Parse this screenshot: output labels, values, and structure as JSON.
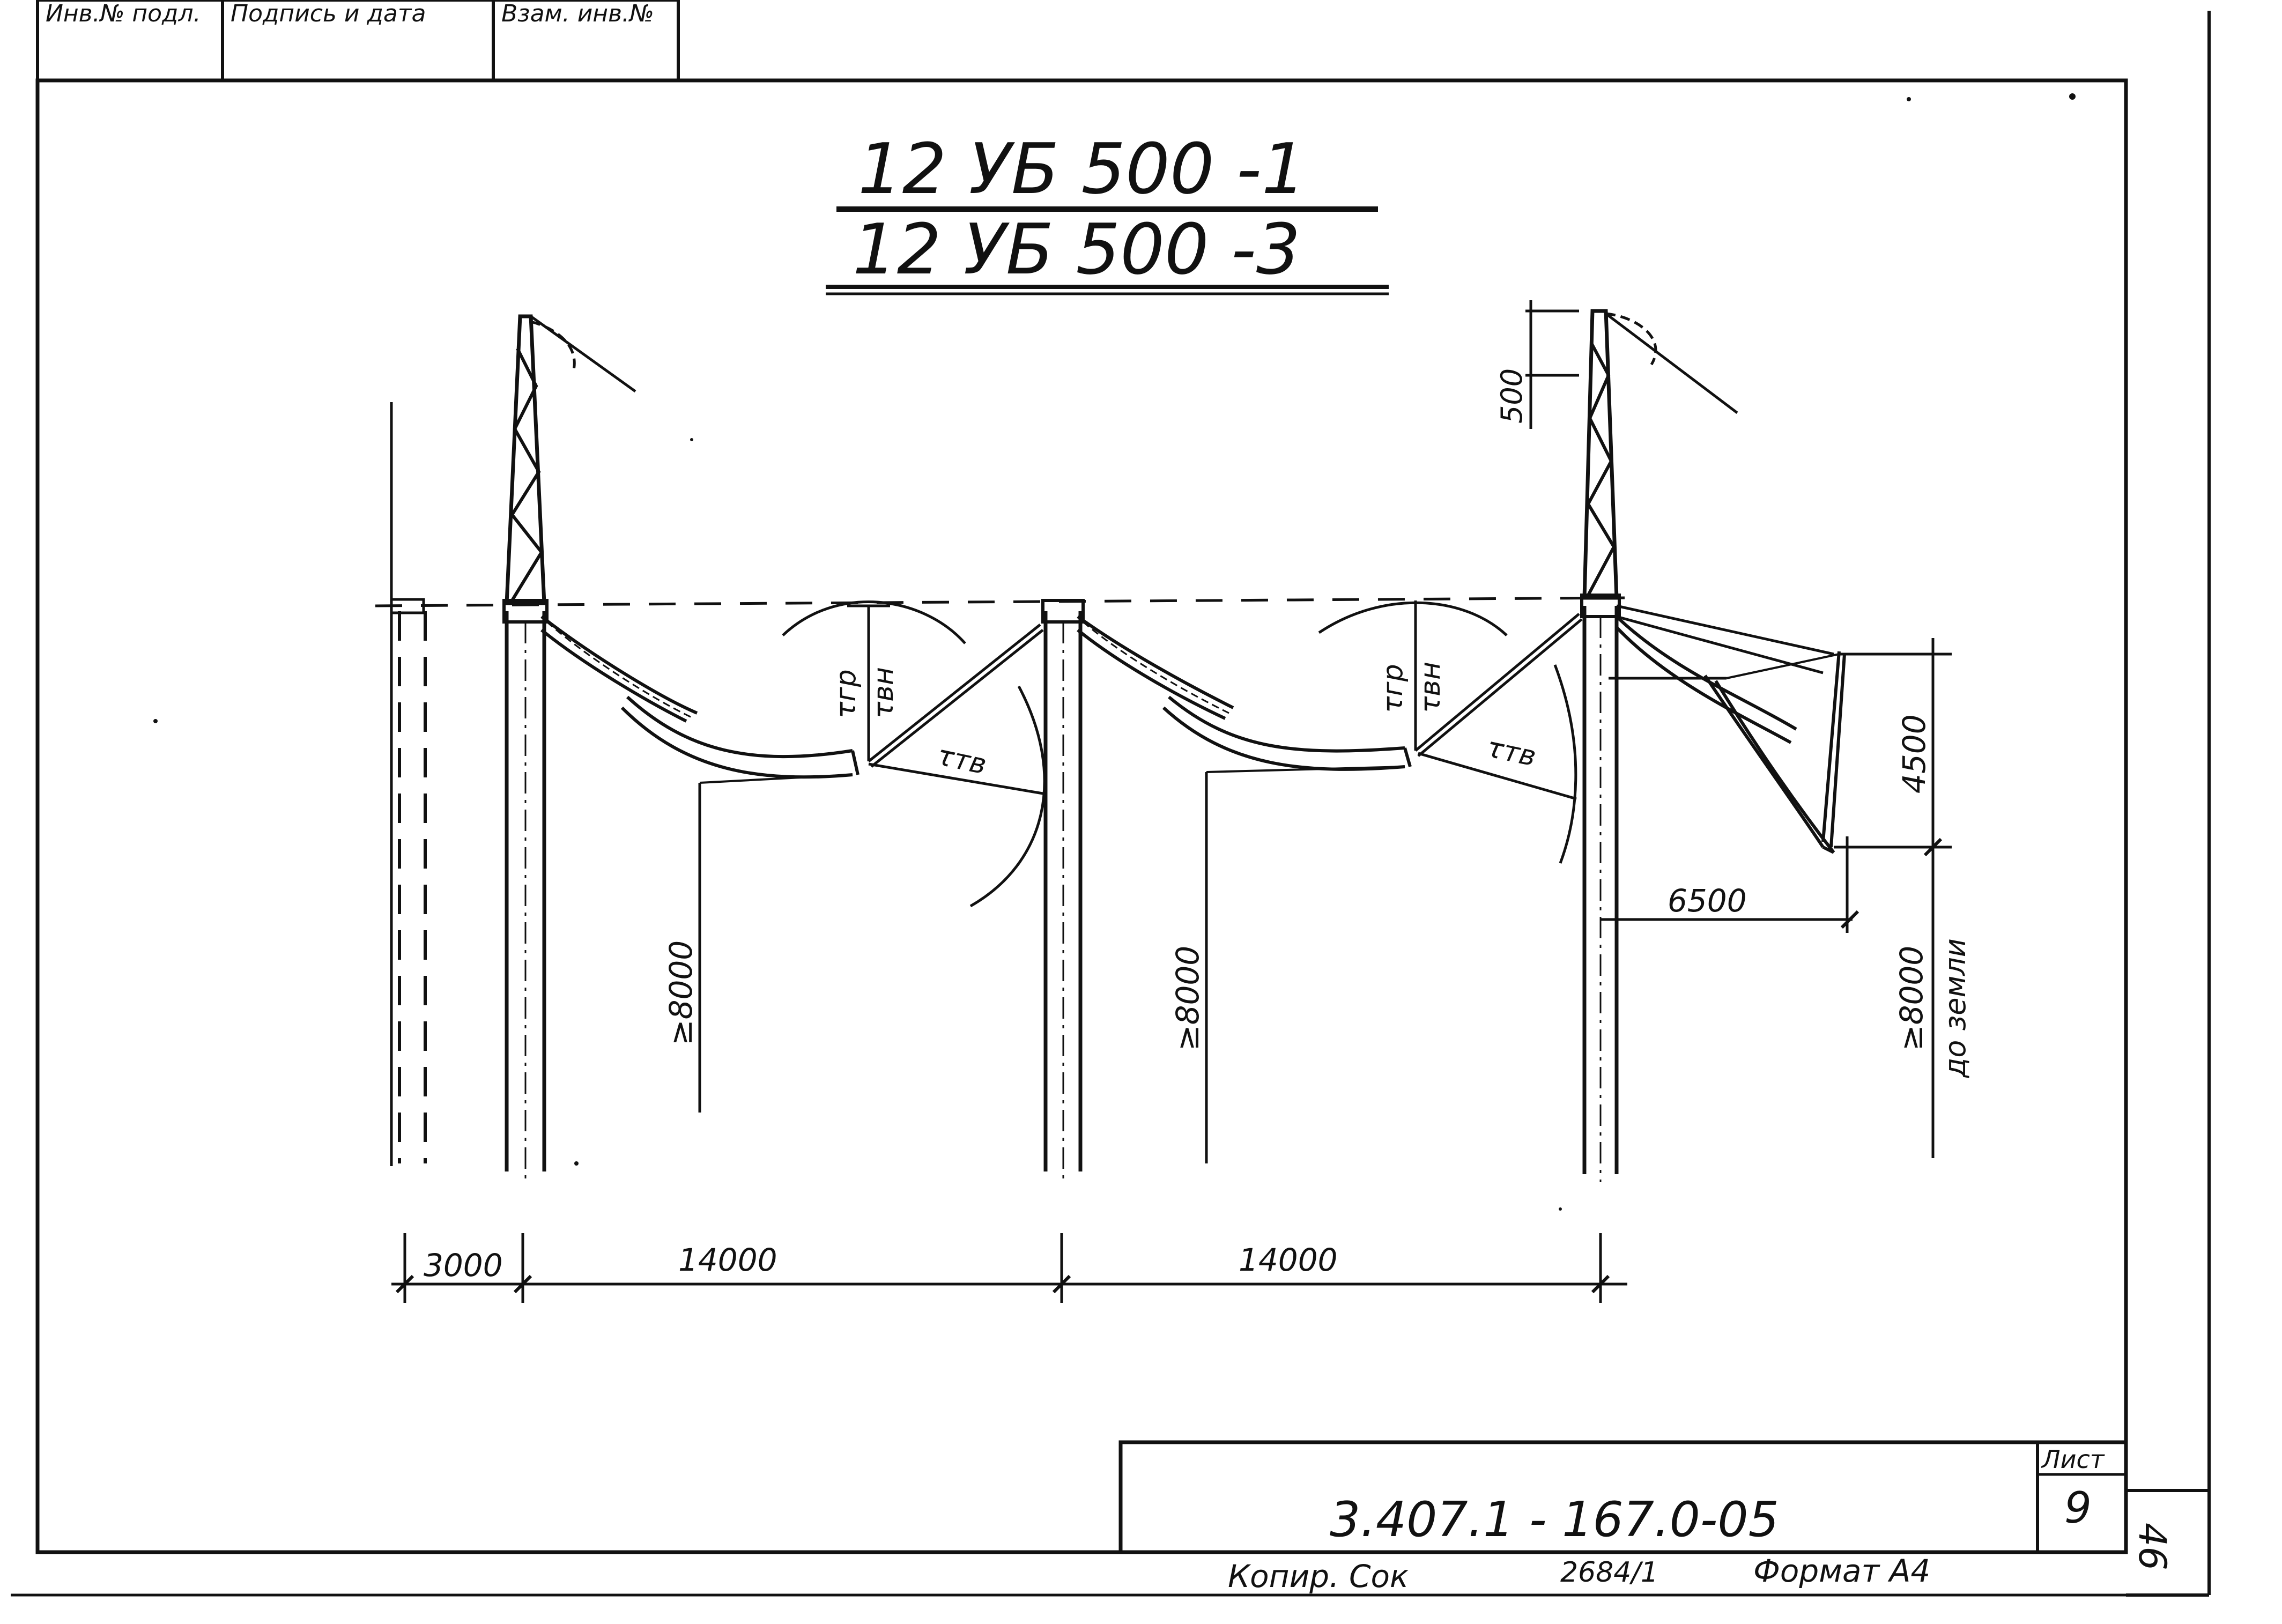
{
  "title_block": {
    "header_cells": [
      "Инв.№ подл.",
      "Подпись и дата",
      "Взам. инв.№"
    ],
    "doc_number": "3.407.1 - 167.0-05",
    "sheet_label": "Лист",
    "sheet_number": "9",
    "side_number": "46",
    "copy_label": "Копир. Сок",
    "order_number": "2684/1",
    "format_label": "Формат А4"
  },
  "drawing": {
    "title_line1": "12 УБ 500 -1",
    "title_line2": "12 УБ 500 -3",
    "dims": {
      "d3000": "3000",
      "d14000_left": "14000",
      "d14000_right": "14000",
      "d500": "500",
      "d4500": "4500",
      "d6500": "6500",
      "h8000_left": "≥8000",
      "h8000_mid": "≥8000",
      "h8000_right": "≥8000",
      "to_ground": "до земли"
    },
    "clearances": {
      "r_gr_1": "τгр",
      "r_vn_1": "τвн",
      "r_tv_1": "τтв",
      "r_gr_2": "τгр",
      "r_vn_2": "τвн",
      "r_tv_2": "τтв"
    }
  }
}
